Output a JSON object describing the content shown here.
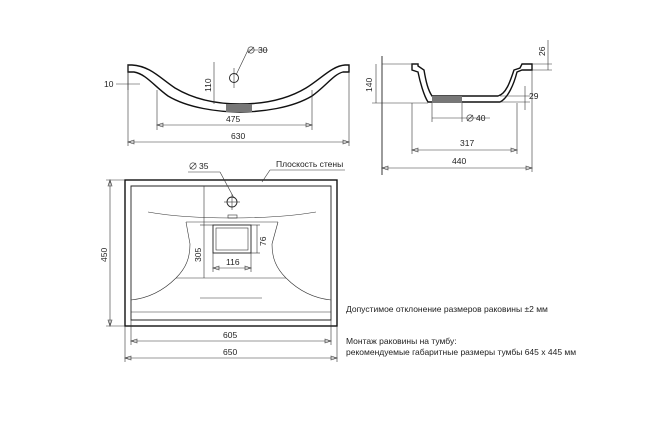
{
  "top_view": {
    "dim_overall_width": "630",
    "dim_inner_width": "475",
    "dim_rim": "10",
    "dim_depth": "110",
    "dim_tap_hole": "30"
  },
  "side_view": {
    "dim_top_thickness": "26",
    "dim_height": "140",
    "dim_step": "29",
    "dim_drain": "40",
    "dim_drain_offset": "317",
    "dim_overall_depth": "440"
  },
  "plan_view": {
    "dim_tap_hole": "35",
    "wall_plane_label": "Плоскость стены",
    "dim_height": "450",
    "dim_cutout_offset": "305",
    "dim_cutout_height": "76",
    "dim_cutout_width": "116",
    "dim_inner_width": "605",
    "dim_overall_width": "650"
  },
  "notes": {
    "tolerance": "Допустимое отклонение размеров раковины ±2 мм",
    "mounting_line1": "Монтаж раковины на тумбу:",
    "mounting_line2": "рекомендуемые габаритные размеры тумбы 645 x 445 мм"
  }
}
